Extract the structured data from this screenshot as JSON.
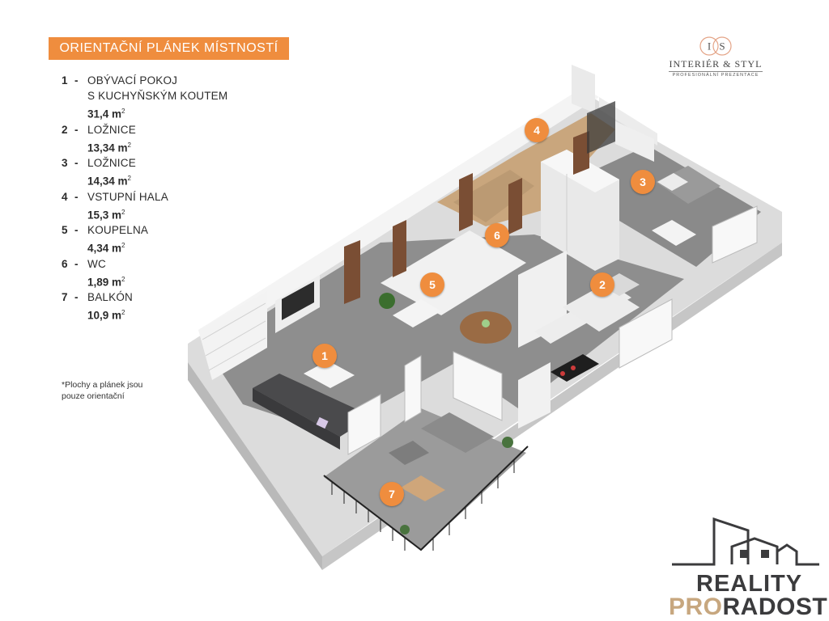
{
  "header": {
    "title": "ORIENTAČNÍ PLÁNEK MÍSTNOSTÍ"
  },
  "rooms": [
    {
      "num": "1",
      "sep": "-",
      "name": "OBÝVACÍ POKOJ",
      "name2": "S KUCHYŇSKÝM KOUTEM",
      "area": "31,4 m",
      "unit_sup": "2"
    },
    {
      "num": "2",
      "sep": "-",
      "name": "LOŽNICE",
      "area": "13,34 m",
      "unit_sup": "2"
    },
    {
      "num": "3",
      "sep": "-",
      "name": "LOŽNICE",
      "area": "14,34 m",
      "unit_sup": "2"
    },
    {
      "num": "4",
      "sep": "-",
      "name": "VSTUPNÍ HALA",
      "area": "15,3 m",
      "unit_sup": "2"
    },
    {
      "num": "5",
      "sep": "-",
      "name": "KOUPELNA",
      "area": "4,34 m",
      "unit_sup": "2"
    },
    {
      "num": "6",
      "sep": "-",
      "name": "WC",
      "area": "1,89 m",
      "unit_sup": "2"
    },
    {
      "num": "7",
      "sep": "-",
      "name": "BALKÓN",
      "area": "10,9 m",
      "unit_sup": "2"
    }
  ],
  "note": {
    "line1": "*Plochy  a plánek jsou",
    "line2": "pouze orientační"
  },
  "logo_interier": {
    "monogram_i": "I",
    "monogram_s": "S",
    "brand": "INTERIÉR & STYL",
    "sub": "PROFESIONÁLNÍ PREZENTACE"
  },
  "logo_reality": {
    "line1": "REALITY",
    "pro": "PRO",
    "radost": "RADOST"
  },
  "markers": {
    "m1": "1",
    "m2": "2",
    "m3": "3",
    "m4": "4",
    "m5": "5",
    "m6": "6",
    "m7": "7"
  },
  "colors": {
    "accent": "#ef8d3e",
    "floor": "#8e8e8e",
    "wall": "#f2f2f2",
    "wood": "#7a4e34",
    "beige": "#c9a67d"
  }
}
